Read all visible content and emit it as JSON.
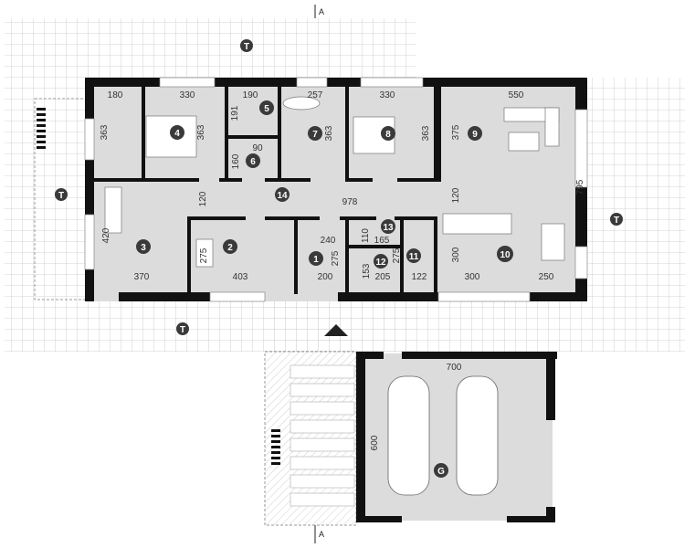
{
  "section_marks": [
    "A",
    "A"
  ],
  "rooms": [
    "1",
    "2",
    "3",
    "4",
    "5",
    "6",
    "7",
    "8",
    "9",
    "10",
    "11",
    "12",
    "13",
    "14"
  ],
  "garage_label": "G",
  "terrace_label": "T",
  "dims": [
    "180",
    "330",
    "190",
    "257",
    "330",
    "550",
    "363",
    "363",
    "191",
    "90",
    "160",
    "363",
    "363",
    "375",
    "120",
    "978",
    "120",
    "795",
    "420",
    "370",
    "275",
    "403",
    "240",
    "275",
    "200",
    "110",
    "165",
    "153",
    "205",
    "275",
    "122",
    "300",
    "300",
    "250",
    "700",
    "600"
  ],
  "colors": {
    "wall": "#111111",
    "floor": "#dcdcdc",
    "grid": "#c8c8c8",
    "badge": "#3a3a3a"
  }
}
